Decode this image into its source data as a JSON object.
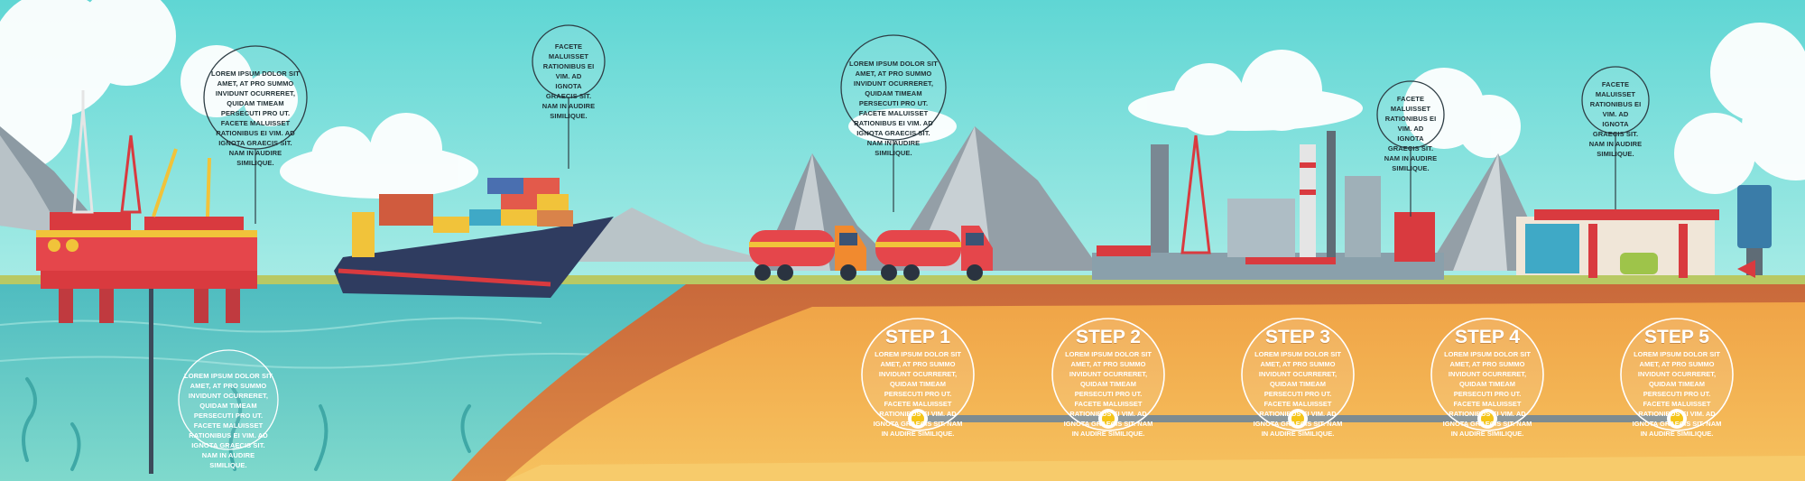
{
  "callouts": {
    "platform": "LOREM IPSUM DOLOR SIT AMET, AT PRO SUMMO INVIDUNT OCURRERET, QUIDAM TIMEAM PERSECUTI PRO UT. FACETE MALUISSET RATIONIBUS EI VIM. AD IGNOTA GRAECIS SIT. NAM IN AUDIRE SIMILIQUE.",
    "ship": "FACETE MALUISSET RATIONIBUS EI VIM. AD IGNOTA GRAECIS SIT. NAM IN AUDIRE SIMILIQUE.",
    "trucks": "LOREM IPSUM DOLOR SIT AMET, AT PRO SUMMO INVIDUNT OCURRERET, QUIDAM TIMEAM PERSECUTI PRO UT. FACETE MALUISSET RATIONIBUS EI VIM. AD IGNOTA GRAECIS SIT. NAM IN AUDIRE SIMILIQUE.",
    "refinery": "FACETE MALUISSET RATIONIBUS EI VIM. AD IGNOTA GRAECIS SIT. NAM IN AUDIRE SIMILIQUE.",
    "station": "FACETE MALUISSET RATIONIBUS EI VIM. AD IGNOTA GRAECIS SIT. NAM IN AUDIRE SIMILIQUE.",
    "underwater": "LOREM IPSUM DOLOR SIT AMET, AT PRO SUMMO INVIDUNT OCURRERET, QUIDAM TIMEAM PERSECUTI PRO UT. FACETE MALUISSET RATIONIBUS EI VIM. AD IGNOTA GRAECIS SIT. NAM IN AUDIRE SIMILIQUE."
  },
  "steps": [
    {
      "title": "STEP 1",
      "text": "LOREM IPSUM DOLOR SIT AMET, AT PRO SUMMO INVIDUNT OCURRERET, QUIDAM TIMEAM PERSECUTI PRO UT. FACETE MALUISSET RATIONIBUS EI VIM. AD IGNOTA GRAECIS SIT. NAM IN AUDIRE SIMILIQUE."
    },
    {
      "title": "STEP 2",
      "text": "LOREM IPSUM DOLOR SIT AMET, AT PRO SUMMO INVIDUNT OCURRERET, QUIDAM TIMEAM PERSECUTI PRO UT. FACETE MALUISSET RATIONIBUS EI VIM. AD IGNOTA GRAECIS SIT. NAM IN AUDIRE SIMILIQUE."
    },
    {
      "title": "STEP 3",
      "text": "LOREM IPSUM DOLOR SIT AMET, AT PRO SUMMO INVIDUNT OCURRERET, QUIDAM TIMEAM PERSECUTI PRO UT. FACETE MALUISSET RATIONIBUS EI VIM. AD IGNOTA GRAECIS SIT. NAM IN AUDIRE SIMILIQUE."
    },
    {
      "title": "STEP 4",
      "text": "LOREM IPSUM DOLOR SIT AMET, AT PRO SUMMO INVIDUNT OCURRERET, QUIDAM TIMEAM PERSECUTI PRO UT. FACETE MALUISSET RATIONIBUS EI VIM. AD IGNOTA GRAECIS SIT. NAM IN AUDIRE SIMILIQUE."
    },
    {
      "title": "STEP 5",
      "text": "LOREM IPSUM DOLOR SIT AMET, AT PRO SUMMO INVIDUNT OCURRERET, QUIDAM TIMEAM PERSECUTI PRO UT. FACETE MALUISSET RATIONIBUS EI VIM. AD IGNOTA GRAECIS SIT. NAM IN AUDIRE SIMILIQUE."
    }
  ],
  "colors": {
    "sky": "#6fd8d6",
    "sea": "#5fc7c4",
    "soil_top": "#c8693a",
    "sand": "#f2b04c",
    "accent_red": "#d93a3f",
    "gold_node": "#f5c518"
  }
}
